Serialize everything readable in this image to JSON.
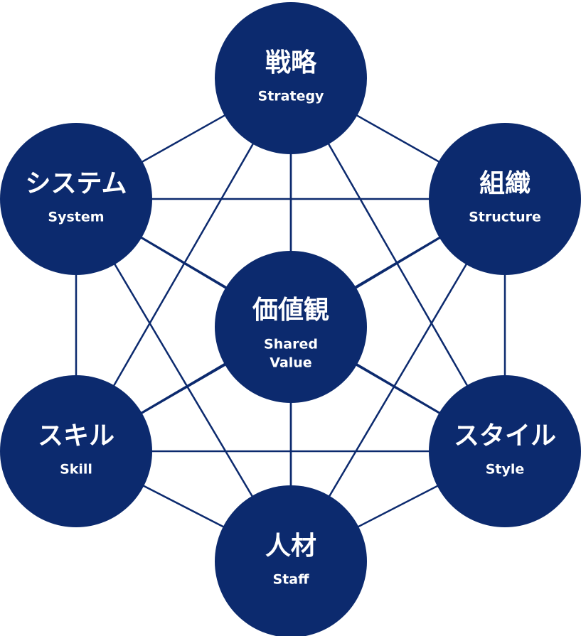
{
  "colors": {
    "node_fill": "#0c2a6e",
    "connector": "#0c2a6e",
    "text": "#ffffff",
    "background": "#ffffff"
  },
  "nodes": [
    {
      "id": "strategy",
      "jp": "戦略",
      "en": [
        "Strategy"
      ]
    },
    {
      "id": "structure",
      "jp": "組織",
      "en": [
        "Structure"
      ]
    },
    {
      "id": "style",
      "jp": "スタイル",
      "en": [
        "Style"
      ]
    },
    {
      "id": "staff",
      "jp": "人材",
      "en": [
        "Staff"
      ]
    },
    {
      "id": "skill",
      "jp": "スキル",
      "en": [
        "Skill"
      ]
    },
    {
      "id": "system",
      "jp": "システム",
      "en": [
        "System"
      ]
    },
    {
      "id": "shared-value",
      "jp": "価値観",
      "en": [
        "Shared",
        "Value"
      ]
    }
  ]
}
